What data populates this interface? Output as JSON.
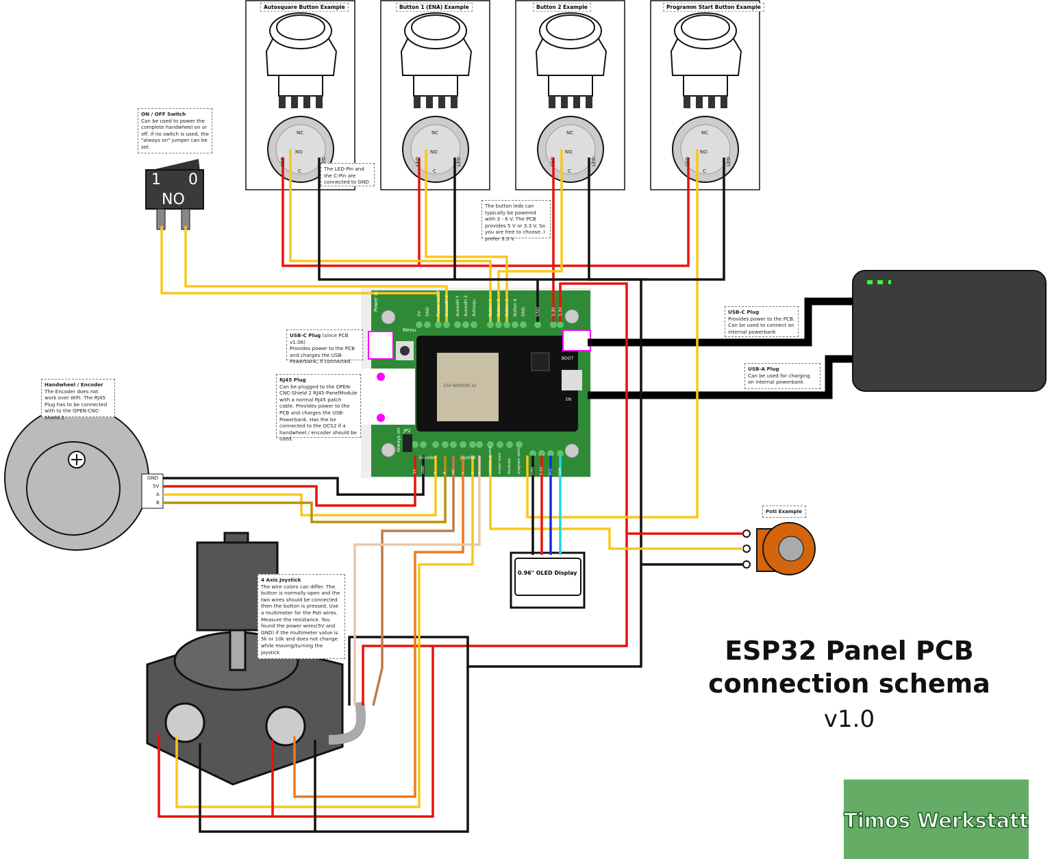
{
  "title": {
    "line1": "ESP32 Panel PCB",
    "line2": "connection schema",
    "version": "v1.0"
  },
  "buttons": [
    {
      "label": "Autosquare Button Example"
    },
    {
      "label": "Button 1 (ENA) Example"
    },
    {
      "label": "Button 2  Example"
    },
    {
      "label": "Programm Start Button Example"
    }
  ],
  "button_pins": {
    "nc": "NC",
    "no": "NO",
    "c": "C",
    "led": "LED"
  },
  "switch": {
    "one": "1",
    "zero": "0",
    "no": "NO"
  },
  "notes": {
    "onoff": {
      "title": "ON / OFF Switch",
      "body": "Can be used to power the complete handwheel on or off. If no switch is used, the \"always on\" jumper can be set."
    },
    "ledpin": {
      "body": "The LED-Pin and the C-Pin are connected to GND"
    },
    "buttonleds": {
      "body": "The button leds can typically be powered with 3 - 6 V. The PCB provides 5 V or 3.3 V. So you are free to choose. I prefer 3.3 V."
    },
    "usbc_pcb": {
      "title": "USB-C Plug",
      "title_suffix": " (since PCB v1.06)",
      "body": "Provides power to the PCB and charges the USB-Powerbank, if connected."
    },
    "rj45": {
      "title": "RJ45 Plug",
      "body": "Can be plugged to the OPEN-CNC-Shield 2 RJ45-PanelModule with a normal RJ45 patch cable. Provides power to the PCB and charges the USB-Powerbank. Has the be connected to the OCS2 if a handwheel / encoder should be used."
    },
    "encoder": {
      "title": "Handwheel / Encoder",
      "body": "The Encoder does not work over WiFi. The RJ45 Plug has to be connected with to the OPEN-CNC-Shield 2"
    },
    "usbc_bank": {
      "title": "USB-C Plug",
      "body": "Provides power to the PCB. Can be used to connect an internal powerbank"
    },
    "usba": {
      "title": "USB-A Plug",
      "body": "Can be used for charging an internal powerbank"
    },
    "joystick": {
      "title": "4 Axis Joystick",
      "body": "The wire colors can differ. The button is normally open and the two wires should be connected then the button is pressed. Use a multimeter for the Poti wires. Measure the resistance. You found the power wires(5V and GND) if the multimeter value is 5k or 10k and does not change while moving/turning the joystick"
    },
    "poti": {
      "title": "Poti Example"
    }
  },
  "oled": {
    "label": "0.96\" OLED Display"
  },
  "encoder_pins": [
    "GND",
    "5V",
    "A",
    "B"
  ],
  "pcb": {
    "top_terminals": [
      "5V",
      "GND",
      "Power switch",
      "Auswahl X",
      "Auswahl Y",
      "Auswahl Z",
      "Autosqu.",
      "Button 1",
      "Button 2",
      "Button 3",
      "Button 4",
      "GND",
      "GND",
      "3.3V",
      "3.3V"
    ],
    "bottom_terminals": [
      "5V",
      "GND",
      "A",
      "B",
      "ok",
      "x",
      "y",
      "z",
      "rotation speed",
      "motor start",
      "feedrate",
      "program start",
      "GND",
      "3.3V",
      "SCL",
      "SDA"
    ],
    "labels": {
      "power_in": "Power in",
      "menu": "Menu",
      "jp2": "JP2",
      "always_on": "Always on",
      "encoder": "Encoder",
      "joystick": "Joystick",
      "boot": "BOOT",
      "en": "EN",
      "module": "ESP-WROOM-32"
    }
  },
  "logo": {
    "text": "Timos Werkstatt"
  },
  "colors": {
    "red": "#e8120c",
    "yellow": "#f7c81a",
    "black": "#111111",
    "pcb_green": "#2f8a36",
    "powerbank": "#3c3c3c",
    "poti": "#d2650e",
    "magenta": "#ff00ff"
  }
}
